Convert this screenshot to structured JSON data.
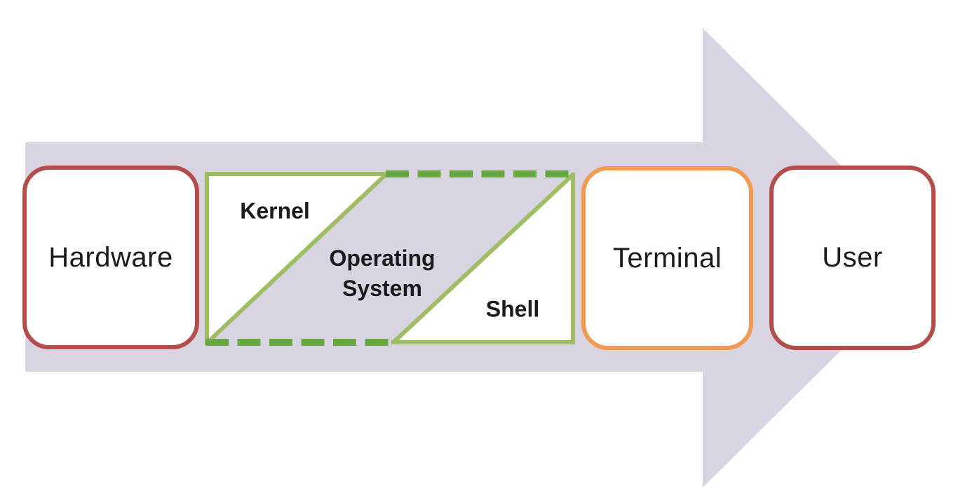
{
  "colors": {
    "arrow": "#d8d4e2",
    "box-red": "#b34c4a",
    "box-orange": "#f09a52",
    "green-solid": "#9fbd63",
    "green-dashed": "#68a843",
    "text": "#1b1b1b"
  },
  "nodes": {
    "hardware": {
      "label": "Hardware"
    },
    "kernel": {
      "label": "Kernel"
    },
    "operating_system": {
      "line1": "Operating",
      "line2": "System"
    },
    "shell": {
      "label": "Shell"
    },
    "terminal": {
      "label": "Terminal"
    },
    "user": {
      "label": "User"
    }
  }
}
